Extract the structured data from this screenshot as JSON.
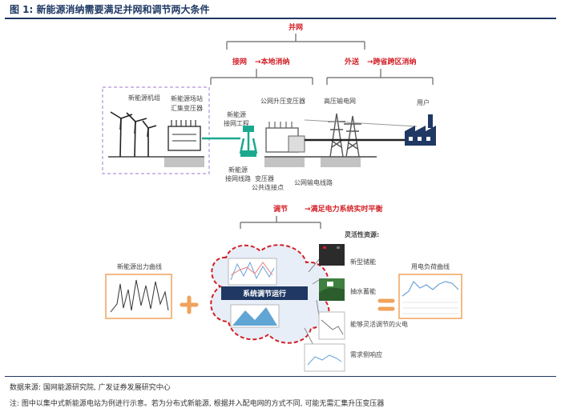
{
  "header": {
    "title": "图 1: 新能源消纳需要满足并网和调节两大条件"
  },
  "grid": {
    "title": "并网",
    "connect_label": "接网",
    "connect_arrow": "→本地消纳",
    "transmit_label": "外送",
    "transmit_arrow": "→跨省跨区消纳",
    "turbine_label": "新能源机组",
    "collector_label": [
      "新能源场站",
      "汇集变压器"
    ],
    "access_project_label": [
      "新能源",
      "接网工程"
    ],
    "access_line_label": [
      "新能源",
      "接网线路"
    ],
    "step_up_label": "公网升压变压器",
    "hv_label": "高压输电网",
    "user_label": "用户",
    "transformer_label": [
      "变压器",
      "公共连接点"
    ],
    "public_line_label": "公网输电线路"
  },
  "regulation": {
    "title": "调节",
    "arrow": "→满足电力系统实时平衡",
    "output_curve_label": "新能源出力曲线",
    "cloud_label": "系统调节运行",
    "resources_title": "灵活性资源:",
    "resources": [
      "新型储能",
      "抽水蓄能",
      "能够灵活调节的火电",
      "需求侧响应"
    ],
    "load_curve_label": "用电负荷曲线"
  },
  "colors": {
    "accent_red": "#d41f26",
    "navy": "#1f3864",
    "teal": "#1aa98f",
    "orange": "#f0a35c",
    "dashed_purple": "#b294d6"
  },
  "footer": {
    "source": "数据来源: 国网能源研究院, 广发证券发展研究中心",
    "note": "注: 图中以集中式新能源电站为例进行示意。若为分布式新能源, 根据并入配电网的方式不同, 可能无需汇集升压变压器"
  }
}
